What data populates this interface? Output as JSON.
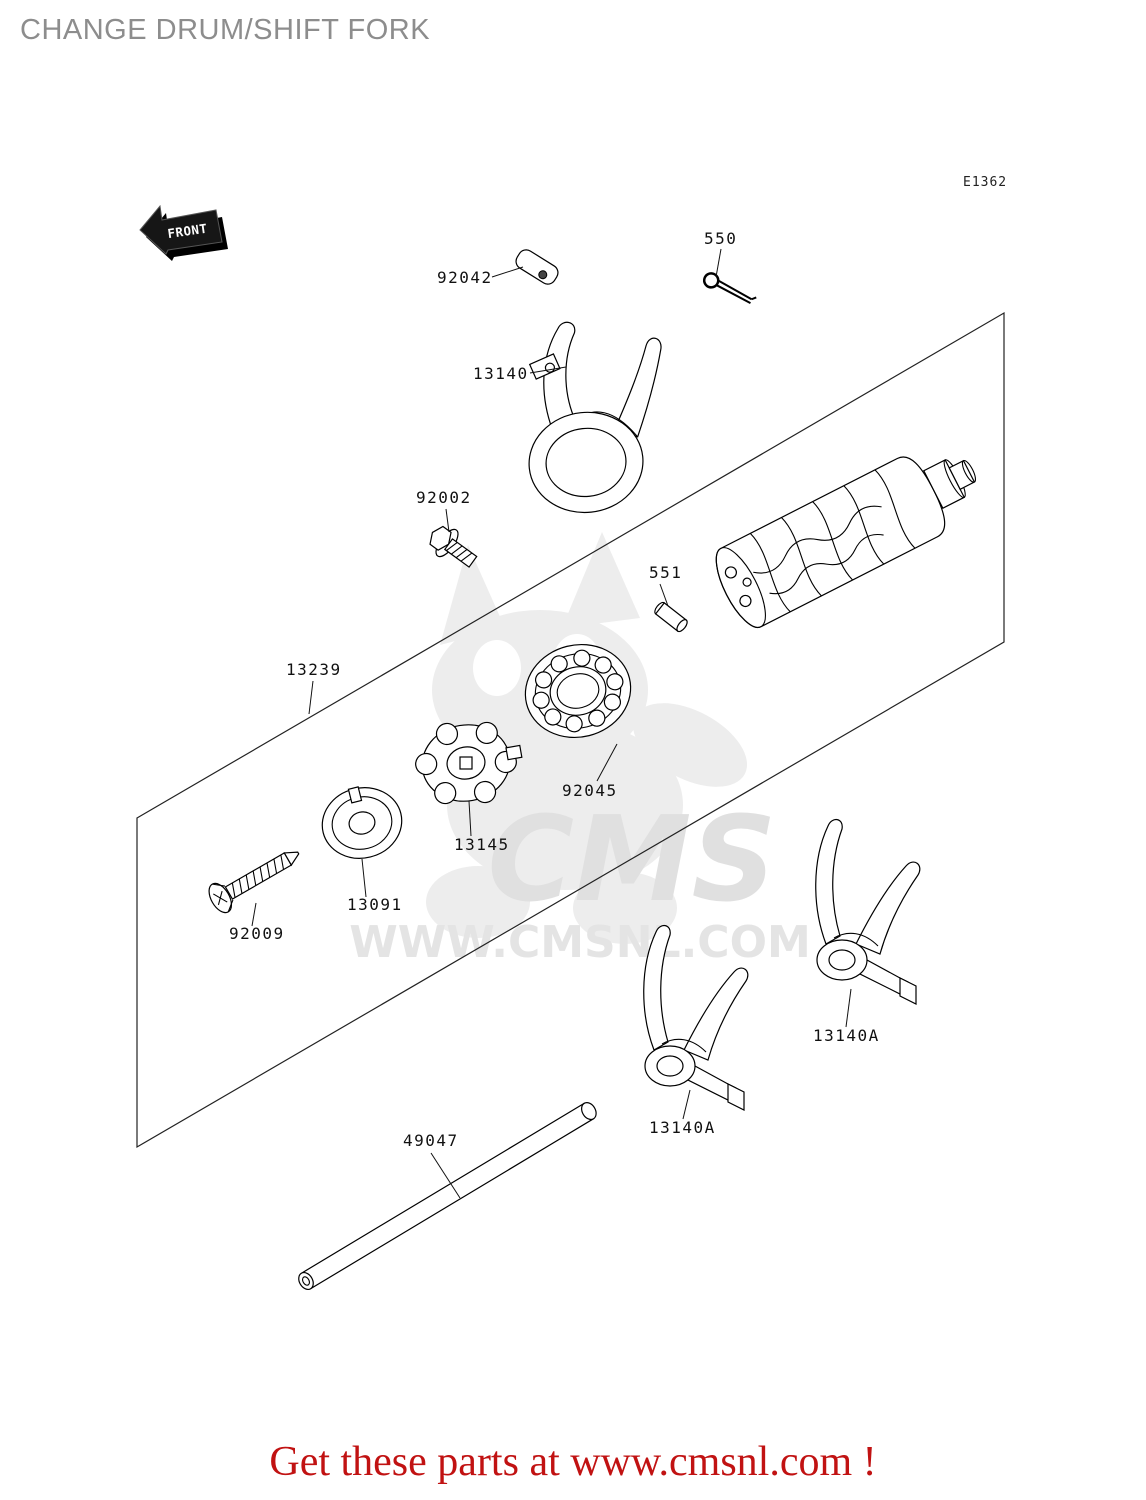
{
  "page": {
    "title": "CHANGE DRUM/SHIFT FORK",
    "diagram_code": "E1362",
    "front_label": "FRONT",
    "footer_text": "Get these parts at www.cmsnl.com !"
  },
  "watermark": {
    "brand": "CMS",
    "url": "WWW.CMSNL.COM"
  },
  "colors": {
    "title": "#8d8d8d",
    "footer": "#c11212",
    "line": "#000000",
    "watermark_text": "#e0e0e0"
  },
  "parts": [
    {
      "label": "92042"
    },
    {
      "label": "550"
    },
    {
      "label": "13140"
    },
    {
      "label": "92002"
    },
    {
      "label": "551"
    },
    {
      "label": "13239"
    },
    {
      "label": "92045"
    },
    {
      "label": "13145"
    },
    {
      "label": "13091"
    },
    {
      "label": "92009"
    },
    {
      "label": "13140A"
    },
    {
      "label": "13140A"
    },
    {
      "label": "49047"
    }
  ]
}
